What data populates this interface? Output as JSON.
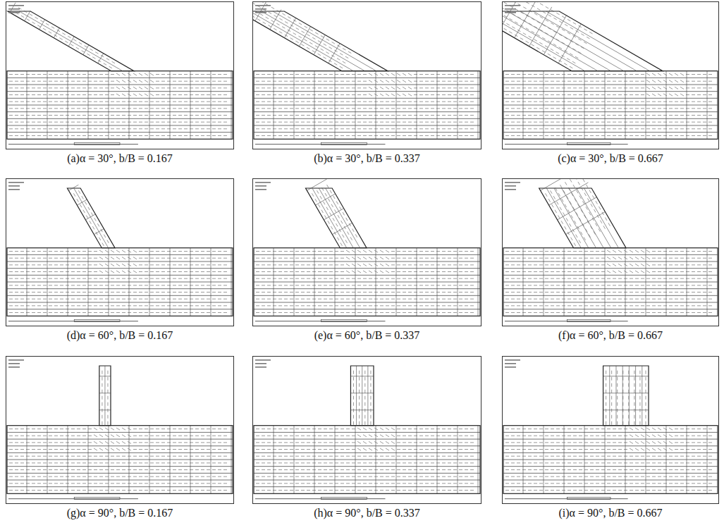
{
  "diagram": {
    "labels": [
      "(a)α = 30°, b/B = 0.167",
      "(b)α = 30°, b/B = 0.337",
      "(c)α = 30°, b/B = 0.667",
      "(d)α = 60°, b/B = 0.167",
      "(e)α = 60°, b/B = 0.337",
      "(f)α = 60°, b/B = 0.667",
      "(g)α = 90°, b/B = 0.167",
      "(h)α = 90°, b/B = 0.337",
      "(i)α = 90°, b/B = 0.667"
    ]
  }
}
